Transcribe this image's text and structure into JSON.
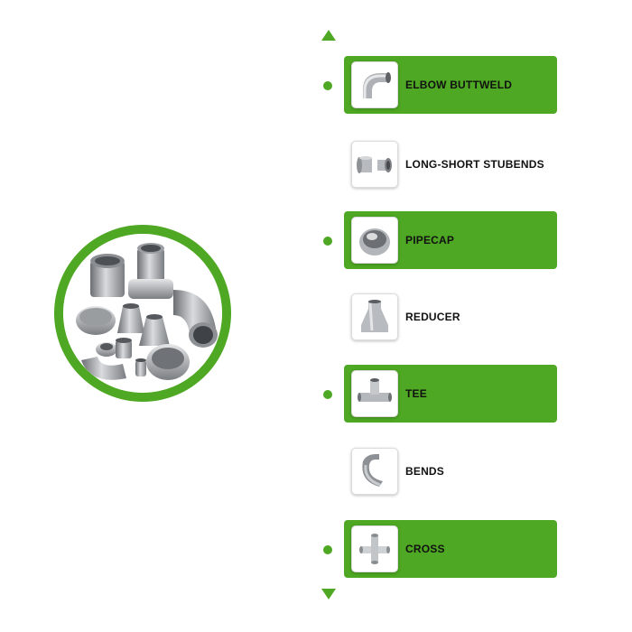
{
  "nav": {
    "up_icon": "triangle-up-icon",
    "down_icon": "triangle-down-icon"
  },
  "colors": {
    "accent": "#4ea823",
    "text": "#111111",
    "background": "#ffffff"
  },
  "hero": {
    "image": "pipe-fittings-collection"
  },
  "items": [
    {
      "label": "ELBOW BUTTWELD",
      "icon": "elbow-fitting-icon",
      "active": true
    },
    {
      "label": "LONG-SHORT STUBENDS",
      "icon": "stubend-fitting-icon",
      "active": false
    },
    {
      "label": "PIPECAP",
      "icon": "pipecap-fitting-icon",
      "active": true
    },
    {
      "label": "REDUCER",
      "icon": "reducer-fitting-icon",
      "active": false
    },
    {
      "label": "TEE",
      "icon": "tee-fitting-icon",
      "active": true
    },
    {
      "label": "BENDS",
      "icon": "bend-fitting-icon",
      "active": false
    },
    {
      "label": "CROSS",
      "icon": "cross-fitting-icon",
      "active": true
    }
  ]
}
